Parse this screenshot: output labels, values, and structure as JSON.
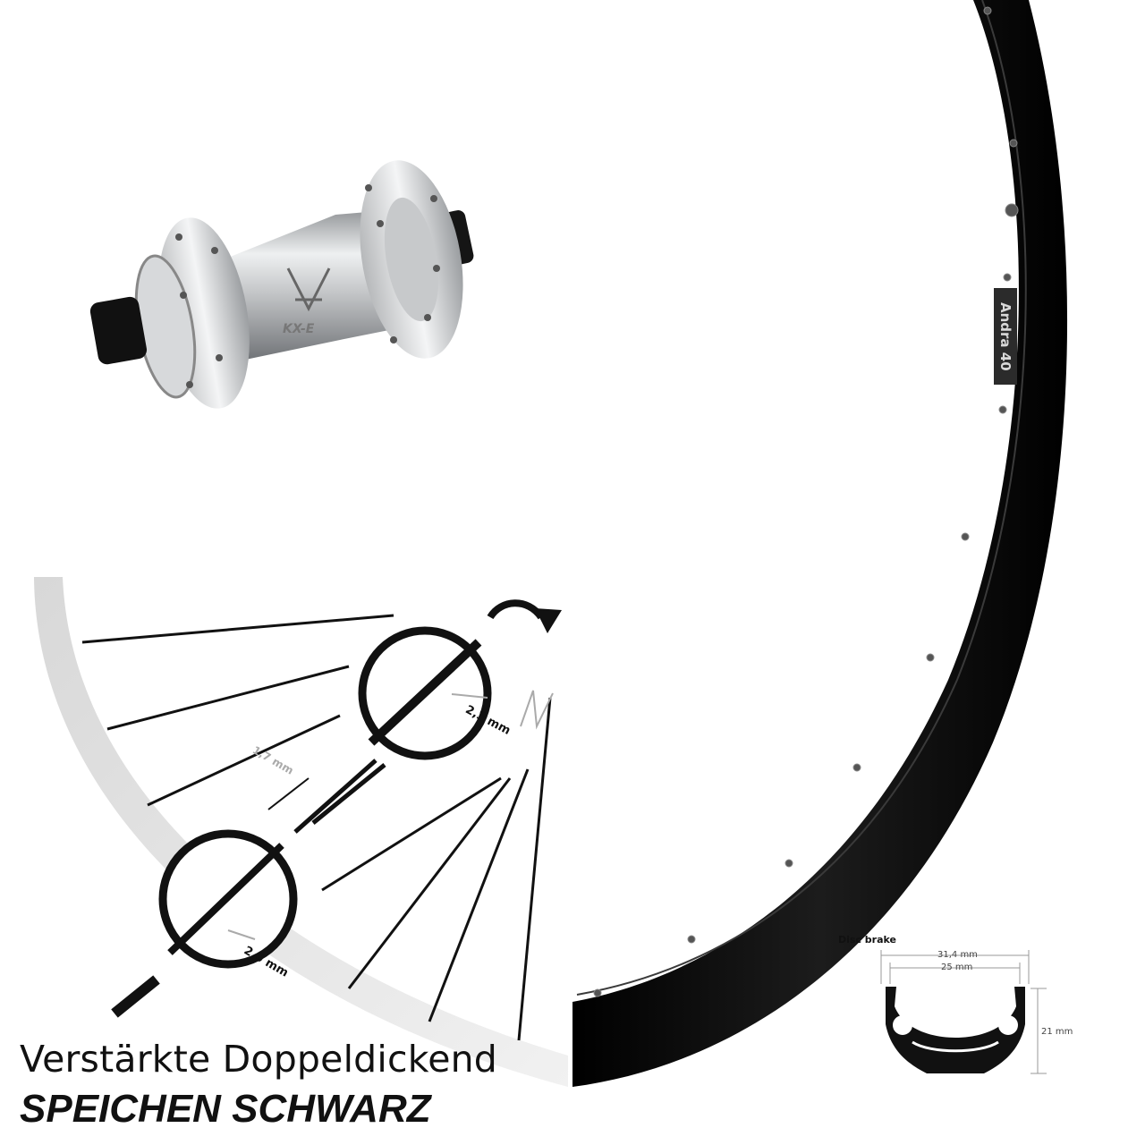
{
  "caption": {
    "line1": "Verstärkte Doppeldickend",
    "line2": "SPEICHEN SCHWARZ"
  },
  "rim": {
    "label": "Andra 40",
    "color": "#0a0a0a"
  },
  "hub": {
    "logo_text": "KX-E",
    "color": "#c9cbcd"
  },
  "spokes": {
    "thickness_outer": "2,3 mm",
    "thickness_middle": "1,7 mm",
    "thickness_end": "2,0 mm"
  },
  "profile": {
    "title": "Disc brake",
    "outer_width": "31,4 mm",
    "inner_width": "25 mm",
    "height": "21 mm"
  }
}
